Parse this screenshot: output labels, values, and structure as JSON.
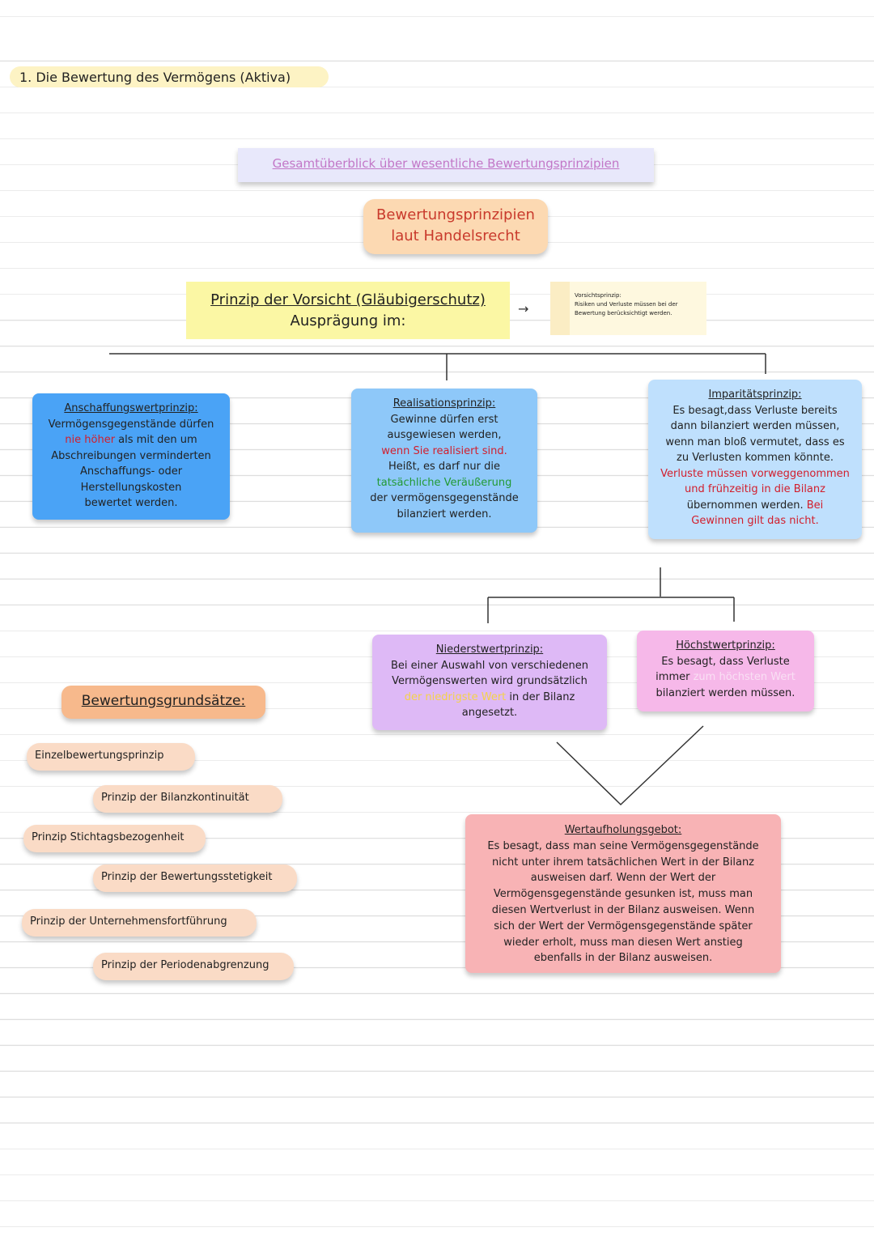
{
  "heading": "1. Die Bewertung des Vermögens (Aktiva)",
  "overview": "Gesamtüberblick über wesentliche Bewertungsprinzipien",
  "root": {
    "line1": "Bewertungsprinzipien",
    "line2": "laut Handelsrecht"
  },
  "vorsicht": {
    "line1": "Prinzip der Vorsicht (Gläubigerschutz)",
    "line2": "Ausprägung im:"
  },
  "arrow": "→",
  "note": {
    "title": "Vorsichtsprinzip:",
    "line1": "Risiken und Verluste müssen bei der",
    "line2": "Bewertung berücksichtigt werden."
  },
  "anschaffung": {
    "title": "Anschaffungswertprinzip:",
    "l1": "Vermögensgegenstände dürfen",
    "l2_red": "nie höher",
    "l2_rest": " als mit den um",
    "l3": "Abschreibungen verminderten",
    "l4": "Anschaffungs- oder",
    "l5": "Herstellungskosten",
    "l6": "bewertet werden."
  },
  "realisation": {
    "title": "Realisationsprinzip:",
    "l1": "Gewinne dürfen erst",
    "l2": "ausgewiesen werden,",
    "l3_red": "wenn Sie realisiert sind.",
    "l4": "Heißt, es darf nur die",
    "l5_green": "tatsächliche Veräußerung",
    "l6": "der vermögensgegenstände",
    "l7": "bilanziert werden."
  },
  "imparitaet": {
    "title": "Imparitätsprinzip:",
    "l1": "Es besagt,dass Verluste bereits",
    "l2": "dann bilanziert werden müssen,",
    "l3": "wenn man bloß vermutet, dass es",
    "l4": "zu Verlusten kommen könnte.",
    "l5_red": "Verluste müssen vorweggenommen",
    "l6_red": "und frühzeitig in die Bilanz",
    "l7_a": "übernommen werden. ",
    "l7_red": "Bei",
    "l8_red": "Gewinnen gilt das nicht."
  },
  "niederst": {
    "title": "Niederstwertprinzip:",
    "l1": "Bei einer Auswahl von verschiedenen",
    "l2": "Vermögenswerten wird grundsätzlich",
    "l3_yellow": "der niedrigste Wert",
    "l3_rest": " in der Bilanz",
    "l4": "angesetzt."
  },
  "hoechst": {
    "title": "Höchstwertprinzip:",
    "l1": "Es besagt, dass Verluste",
    "l2_a": "immer ",
    "l2_pink": "zum höchsten Wert",
    "l3": "bilanziert werden müssen."
  },
  "wertaufholung": {
    "title": "Wertaufholungsgebot:",
    "l1": "Es besagt, dass man seine Vermögensgegenstände",
    "l2": "nicht unter ihrem tatsächlichen Wert in der Bilanz",
    "l3": "ausweisen darf. Wenn der Wert der",
    "l4": "Vermögensgegenstände gesunken ist, muss man",
    "l5": "diesen Wertverlust in der Bilanz ausweisen. Wenn",
    "l6": "sich der Wert der Vermögensgegenstände später",
    "l7": "wieder erholt, muss man diesen Wert anstieg",
    "l8": "ebenfalls in der Bilanz ausweisen."
  },
  "grundsaetze": {
    "title": "Bewertungsgrundsätze:",
    "items": [
      "Einzelbewertungsprinzip",
      "Prinzip der Bilanzkontinuität",
      "Prinzip Stichtagsbezogenheit",
      "Prinzip der Bewertungsstetigkeit",
      "Prinzip der Unternehmensfortführung",
      "Prinzip der Periodenabgrenzung"
    ]
  },
  "colors": {
    "anschaffung": "#4aa3f6",
    "realisation": "#8ec8f9",
    "imparitaet": "#bfe0fd",
    "niederst": "#deb9f6",
    "hoechst": "#f6b8e9",
    "wertaufholung": "#f8b3b5",
    "grundsaetze": "#f7b98c",
    "principle_pill": "#fadbc6",
    "vorsicht": "#fbf7a4",
    "root": "#fcd9b2"
  }
}
